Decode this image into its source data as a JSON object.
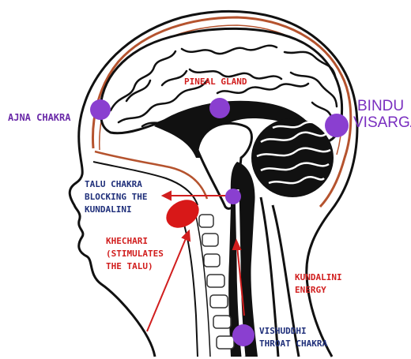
{
  "labels": {
    "ajna": "AJNA CHAKRA",
    "pineal": "PINEAL GLAND",
    "bindu_line1": "BINDU",
    "bindu_line2": "VISARGA",
    "talu_line1": "TALU CHAKRA",
    "talu_line2": "BLOCKING THE",
    "talu_line3": "KUNDALINI",
    "khechari_line1": "KHECHARI",
    "khechari_line2": "(STIMULATES",
    "khechari_line3": "THE TALU)",
    "kundalini_line1": "KUNDALINI",
    "kundalini_line2": "ENERGY",
    "vishuddhi_line1": "VISHUDDHI",
    "vishuddhi_line2": "THROAT CHAKRA"
  },
  "colors": {
    "chakra_dot": "#8a3fd0",
    "annotation_red": "#d11e1e",
    "outline": "#111111",
    "skull_line": "#b5532e"
  }
}
